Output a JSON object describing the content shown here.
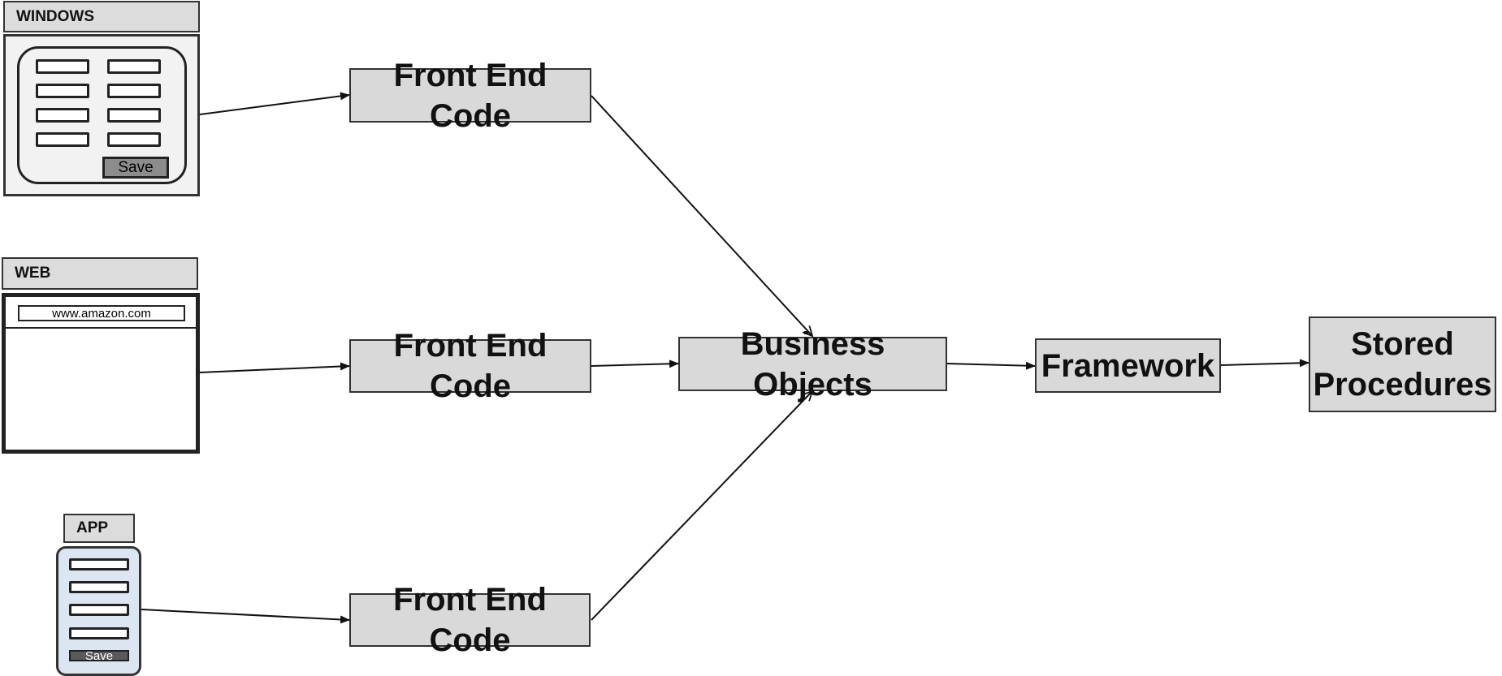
{
  "clients": {
    "windows": {
      "label": "WINDOWS",
      "save_label": "Save"
    },
    "web": {
      "label": "WEB",
      "url": "www.amazon.com"
    },
    "app": {
      "label": "APP",
      "save_label": "Save"
    }
  },
  "nodes": {
    "front_end_1": "Front End Code",
    "front_end_2": "Front End Code",
    "front_end_3": "Front End Code",
    "business_objects": "Business Objects",
    "framework": "Framework",
    "stored_procedures_line1": "Stored",
    "stored_procedures_line2": "Procedures"
  },
  "colors": {
    "box_fill": "#d9d9d9",
    "window_fill": "#f2f2f2",
    "app_fill": "#dce6f2",
    "stroke": "#222222"
  }
}
